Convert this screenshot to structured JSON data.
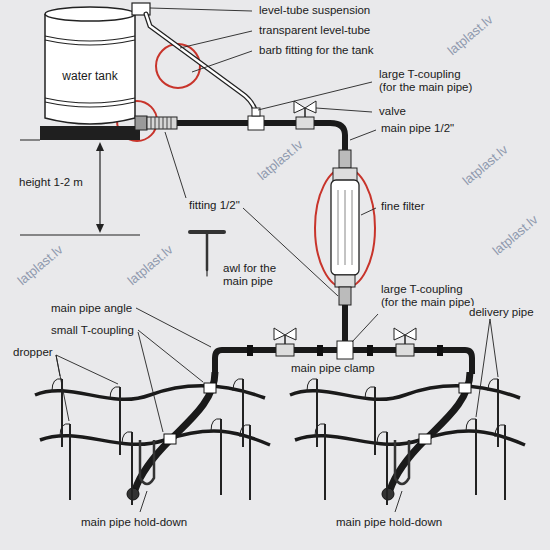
{
  "diagram": {
    "nodes": [
      {
        "text": [
          "water tank"
        ]
      }
    ],
    "labels": [
      "level-tube suspension",
      "transparent level-tube",
      "barb fitting for the tank",
      "large T-coupling (for the main pipe)",
      "valve",
      "main pipe 1/2\"",
      "height 1-2 m",
      "fitting 1/2\"",
      "fine filter",
      "awl for the main pipe",
      "main pipe angle",
      "large T-coupling (for the main pipe)",
      "small T-coupling",
      "dropper",
      "delivery pipe",
      "main pipe clamp",
      "main pipe hold-down",
      "main pipe hold-down",
      "latplast.lv",
      "latplast.lv",
      "latplast.lv",
      "latplast.lv",
      "latplast.lv",
      "latplast.lv"
    ]
  }
}
